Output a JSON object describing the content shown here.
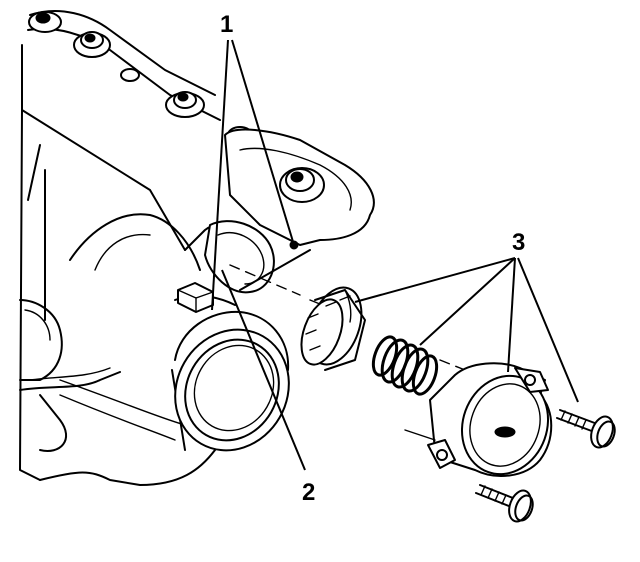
{
  "callouts": {
    "one": "1",
    "two": "2",
    "three": "3"
  },
  "colors": {
    "line": "#000000",
    "background": "#ffffff"
  }
}
